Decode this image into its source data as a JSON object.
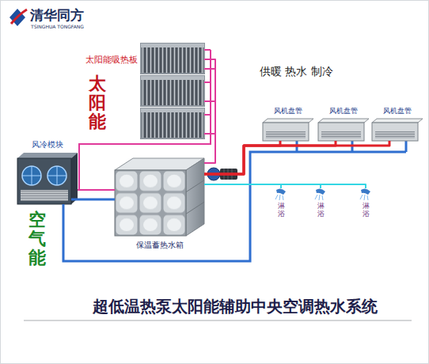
{
  "diagram": {
    "title": "超低温热泵太阳能辅助中央空调热水系统",
    "nodes": [
      {
        "text": [
          "太阳能吸热板"
        ]
      },
      {
        "text": [
          "风冷模块"
        ]
      },
      {
        "text": [
          "保温蓄热水箱"
        ]
      },
      {
        "text": [
          "风机盘管"
        ]
      },
      {
        "text": [
          "风机盘管"
        ]
      },
      {
        "text": [
          "风机盘管"
        ]
      },
      {
        "text": [
          "淋浴"
        ]
      },
      {
        "text": [
          "淋浴"
        ]
      },
      {
        "text": [
          "淋浴"
        ]
      }
    ],
    "edges": [
      {
        "from": 0,
        "to": 2,
        "arrow": "none"
      },
      {
        "from": 1,
        "to": 2,
        "arrow": "none"
      },
      {
        "from": 2,
        "to": 3,
        "arrow": "none"
      },
      {
        "from": 2,
        "to": 4,
        "arrow": "none"
      },
      {
        "from": 2,
        "to": 5,
        "arrow": "none"
      },
      {
        "from": 2,
        "to": 6,
        "arrow": "none"
      },
      {
        "from": 2,
        "to": 7,
        "arrow": "none"
      },
      {
        "from": 2,
        "to": 8,
        "arrow": "none"
      }
    ],
    "labels": [
      "清华同方",
      "TSINGHUA TONGFANG",
      "太阳能",
      "供暖 热水 制冷",
      "空气能"
    ]
  }
}
